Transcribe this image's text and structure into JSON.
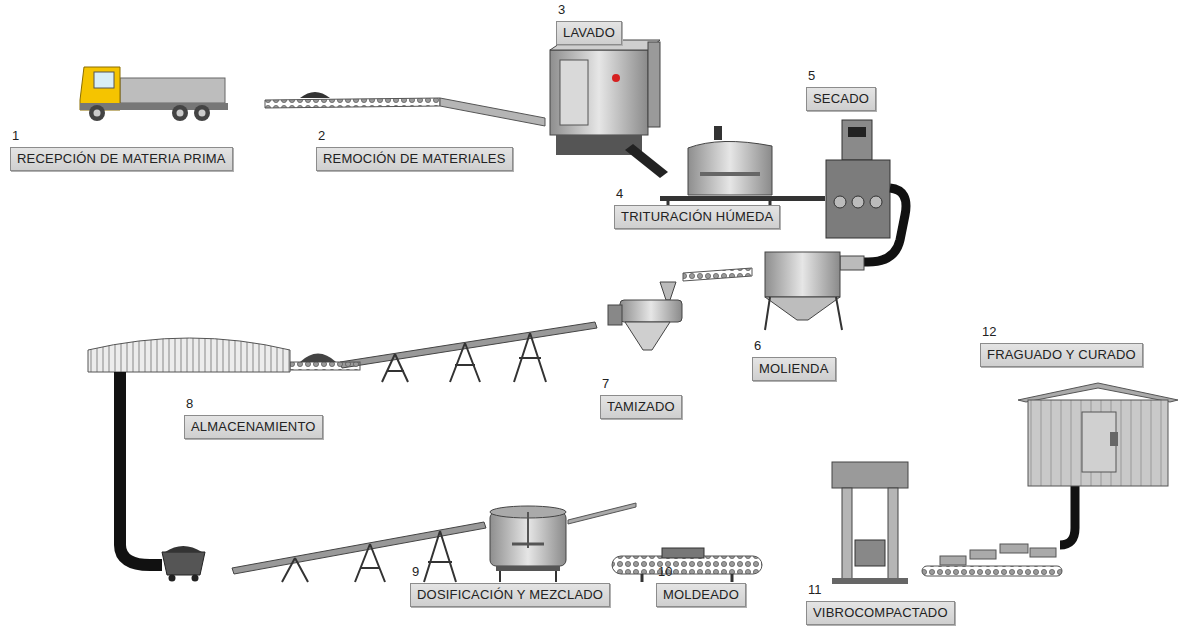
{
  "diagram": {
    "nodes": [
      {
        "text": [
          "1",
          "RECEPCIÓN DE MATERIA PRIMA"
        ]
      },
      {
        "text": [
          "2",
          "REMOCIÓN DE MATERIALES"
        ]
      },
      {
        "text": [
          "3",
          "LAVADO"
        ]
      },
      {
        "text": [
          "4",
          "TRITURACIÓN HÚMEDA"
        ]
      },
      {
        "text": [
          "5",
          "SECADO"
        ]
      },
      {
        "text": [
          "6",
          "MOLIENDA"
        ]
      },
      {
        "text": [
          "7",
          "TAMIZADO"
        ]
      },
      {
        "text": [
          "8",
          "ALMACENAMIENTO"
        ]
      },
      {
        "text": [
          "9",
          "DOSIFICACIÓN Y MEZCLADO"
        ]
      },
      {
        "text": [
          "10",
          "MOLDEADO"
        ]
      },
      {
        "text": [
          "11",
          "VIBROCOMPACTADO"
        ]
      },
      {
        "text": [
          "12",
          "FRAGUADO Y CURADO"
        ]
      }
    ]
  }
}
